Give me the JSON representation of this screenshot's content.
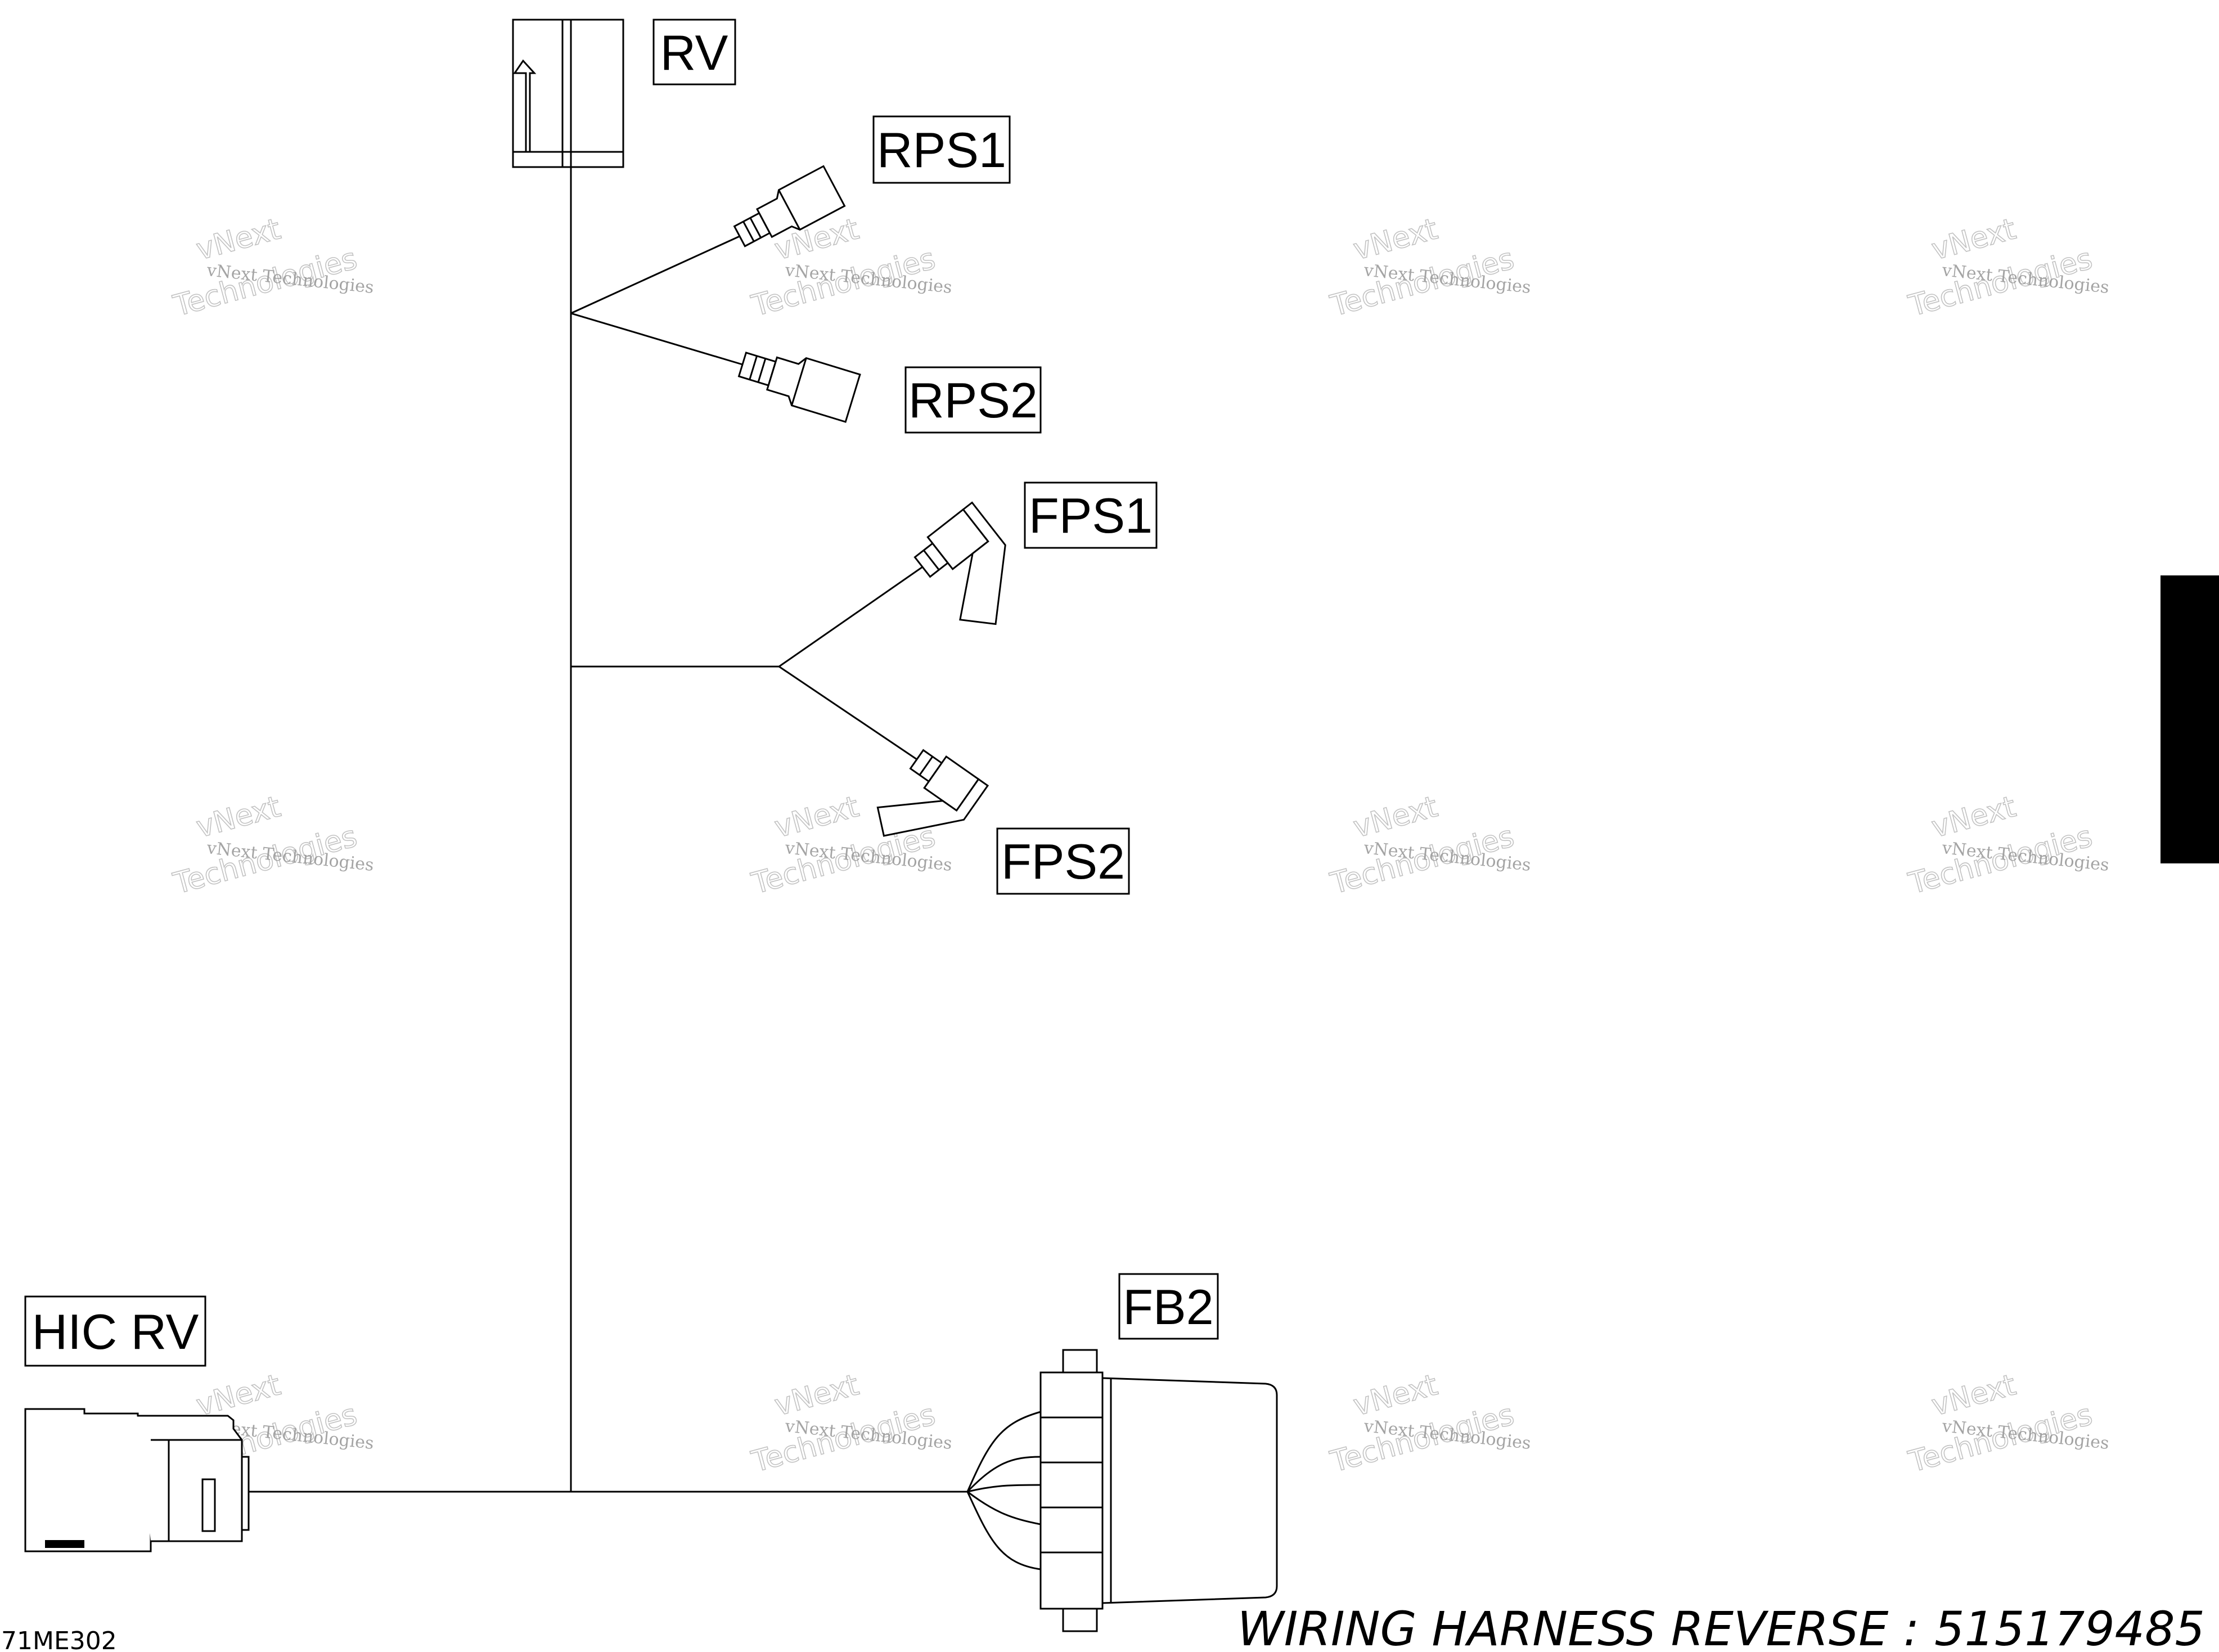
{
  "labels": {
    "rv": "RV",
    "rps1": "RPS1",
    "rps2": "RPS2",
    "fps1": "FPS1",
    "fps2": "FPS2",
    "fb2": "FB2",
    "hic_rv": "HIC RV"
  },
  "title": "WIRING HARNESS REVERSE : 515179485",
  "figure_ref": "71ME302",
  "watermark": {
    "line1": "vNext Technologies",
    "line2": "vNext",
    "line3": "Technologies"
  },
  "side_tab_color": "#000000"
}
